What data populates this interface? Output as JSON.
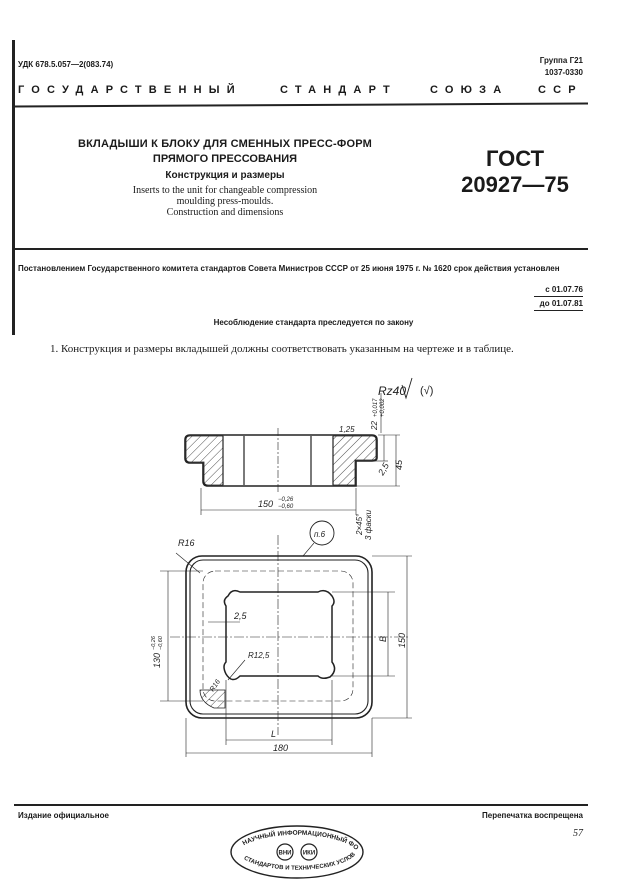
{
  "header": {
    "udk": "УДК 678.5.057—2(083.74)",
    "group": "Группа Г21",
    "okp": "1037-0330",
    "banner_words": [
      "ГОСУДАРСТВЕННЫЙ",
      "СТАНДАРТ",
      "СОЮЗА",
      "ССР"
    ]
  },
  "title": {
    "ru_line1": "ВКЛАДЫШИ К БЛОКУ ДЛЯ СМЕННЫХ ПРЕСС-ФОРМ",
    "ru_line2": "ПРЯМОГО ПРЕССОВАНИЯ",
    "ru_sub": "Конструкция и размеры",
    "en_line1": "Inserts to the unit for changeable compression",
    "en_line2": "moulding press-moulds.",
    "en_line3": "Construction and dimensions"
  },
  "gost": {
    "label": "ГОСТ",
    "number": "20927—75"
  },
  "decree": {
    "text": "Постановлением Государственного комитета стандартов Совета Министров СССР от 25 июня 1975 г. № 1620 срок действия установлен",
    "from": "с 01.07.76",
    "to": "до 01.07.81"
  },
  "law_notice": "Несоблюдение стандарта преследуется по закону",
  "body": {
    "paragraph1": "1. Конструкция и размеры вкладышей должны соответствовать указанным на чертеже и в таблице."
  },
  "drawing": {
    "roughness": "Rz40",
    "roughness_paren": "(√)",
    "dim_thickness_tol_upper": "+0,017",
    "dim_thickness_tol_lower": "+0,002",
    "dim_thickness": "22",
    "dim_roughness_local": "1,25",
    "dim_45": "45",
    "dim_2_5_step": "2,5",
    "dim_150": "150",
    "dim_150_tol_upper": "−0,26",
    "dim_150_tol_lower": "−0,60",
    "chamfer_line1": "2×45°",
    "chamfer_line2": "3 фаски",
    "radius_16_top": "R16",
    "note_ref": "п.6",
    "dim_130": "130",
    "dim_130_tol_upper": "−0,26",
    "dim_130_tol_lower": "−0,60",
    "dim_2_5_wall": "2,5",
    "radius_12_5": "R12,5",
    "radius_16_corner": "R16",
    "dim_B": "B",
    "dim_150_side": "150",
    "dim_L": "L",
    "dim_180": "180"
  },
  "footer": {
    "left": "Издание официальное",
    "right": "Перепечатка воспрещена",
    "page": "57",
    "stamp_top": "НАУЧНЫЙ ИНФОРМАЦИОННЫЙ ФОНД",
    "stamp_left": "ВНИ",
    "stamp_right": "ИКИ",
    "stamp_bottom": "СТАНДАРТОВ И ТЕХНИЧЕСКИХ УСЛОВИЙ"
  }
}
